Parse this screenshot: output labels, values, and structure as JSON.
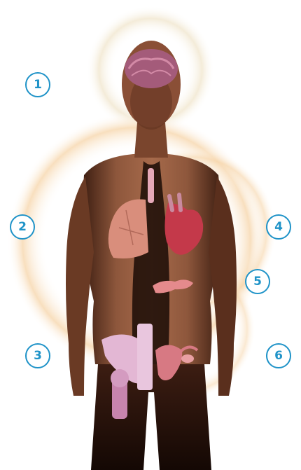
{
  "markers": [
    {
      "label": "1",
      "region": "brain"
    },
    {
      "label": "2",
      "region": "lungs"
    },
    {
      "label": "3",
      "region": "bones"
    },
    {
      "label": "4",
      "region": "heart"
    },
    {
      "label": "5",
      "region": "pancreas"
    },
    {
      "label": "6",
      "region": "reproductive-organs"
    }
  ],
  "colors": {
    "marker_accent": "#1f93c8",
    "skin": "#8a4f36",
    "organ_pink": "#d9869b",
    "halo": "#f4d9b8",
    "background": "#ffffff"
  }
}
